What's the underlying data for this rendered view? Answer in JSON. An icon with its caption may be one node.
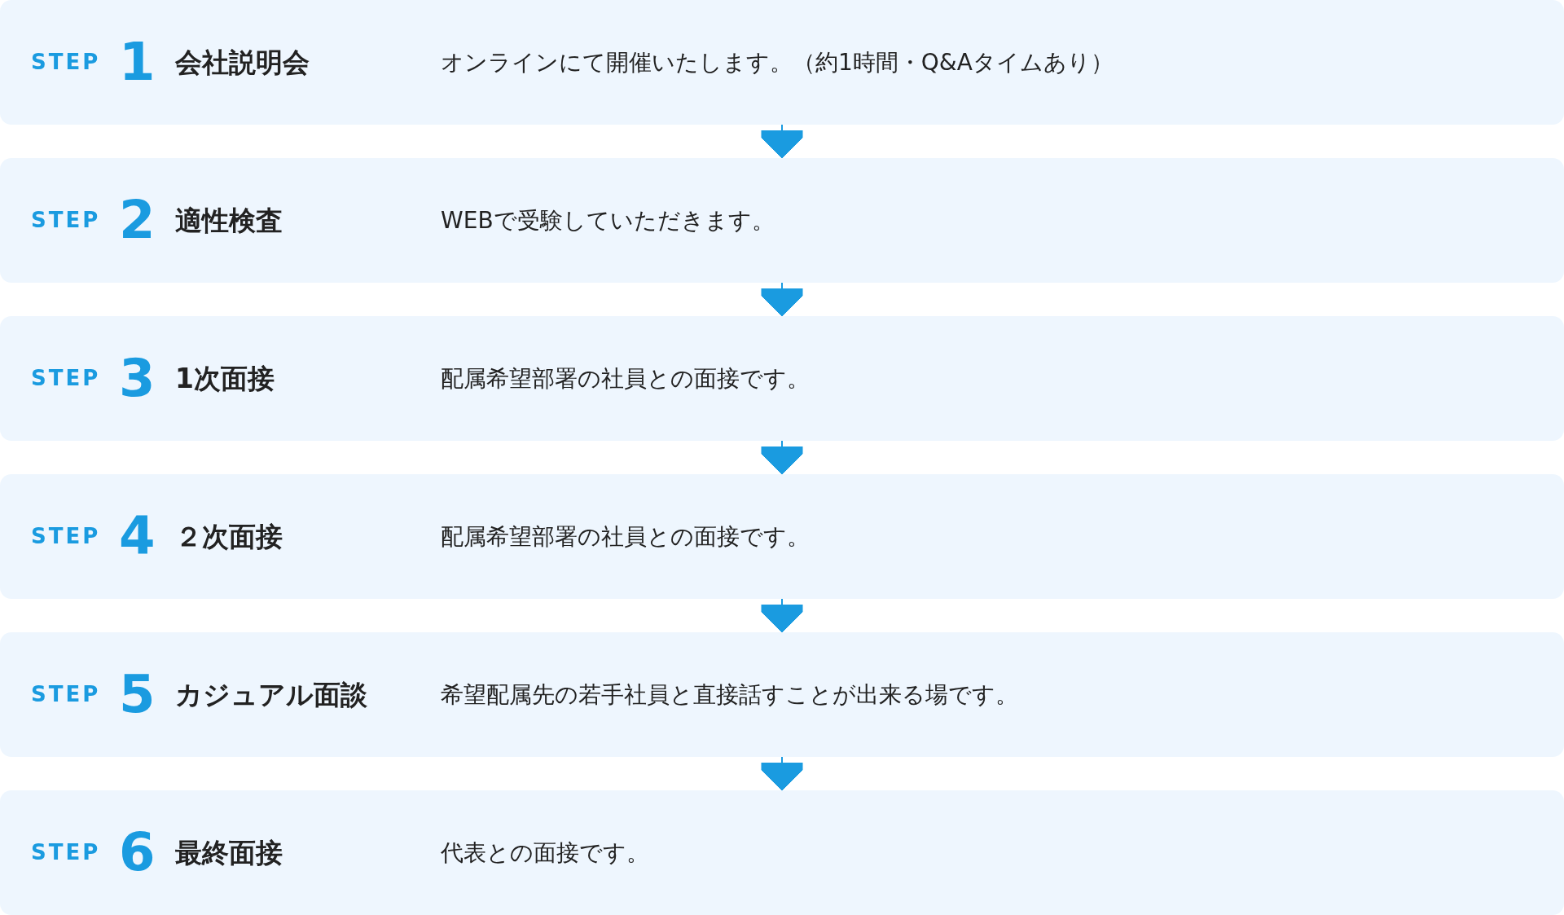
{
  "diagram": {
    "nodes": [
      {
        "text": [
          "STEP",
          "1",
          "会社説明会",
          "オンラインにて開催いたします。（約1時間・Q&Aタイムあり）"
        ]
      },
      {
        "text": [
          "STEP",
          "2",
          "適性検査",
          "WEBで受験していただきます。"
        ]
      },
      {
        "text": [
          "STEP",
          "3",
          "1次面接",
          "配属希望部署の社員との面接です。"
        ]
      },
      {
        "text": [
          "STEP",
          "4",
          "２次面接",
          "配属希望部署の社員との面接です。"
        ]
      },
      {
        "text": [
          "STEP",
          "5",
          "カジュアル面談",
          "希望配属先の若手社員と直接話すことが出来る場です。"
        ]
      },
      {
        "text": [
          "STEP",
          "6",
          "最終面接",
          "代表との面接です。"
        ]
      }
    ],
    "edges": [
      {
        "from": 0,
        "to": 1,
        "arrow": "to"
      },
      {
        "from": 1,
        "to": 2,
        "arrow": "to"
      },
      {
        "from": 2,
        "to": 3,
        "arrow": "to"
      },
      {
        "from": 3,
        "to": 4,
        "arrow": "to"
      },
      {
        "from": 4,
        "to": 5,
        "arrow": "to"
      }
    ]
  }
}
